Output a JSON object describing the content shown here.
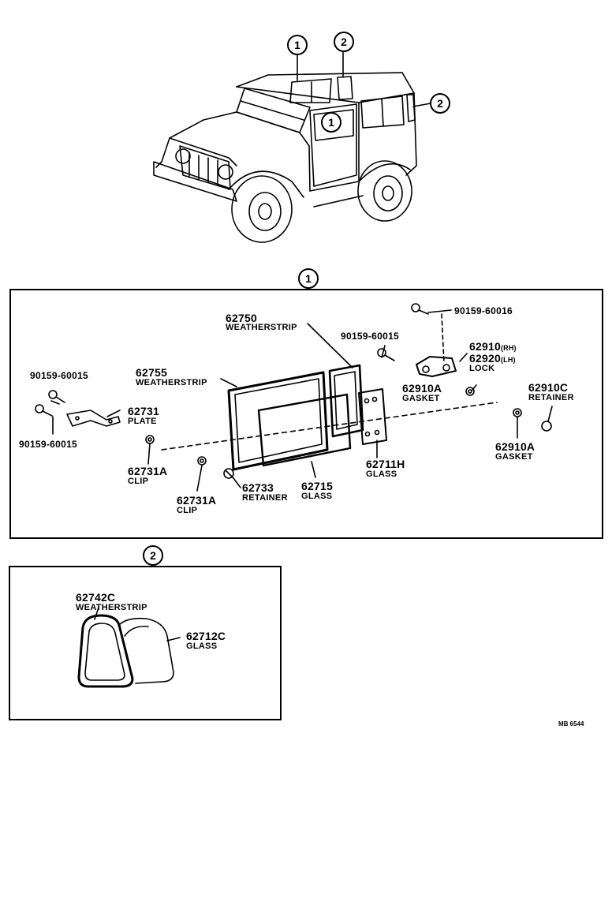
{
  "callouts": {
    "one": "1",
    "two": "2"
  },
  "section1": {
    "title": "1",
    "parts": [
      {
        "id": "p62750",
        "number": "62750",
        "name": "WEATHERSTRIP"
      },
      {
        "id": "p62755",
        "number": "62755",
        "name": "WEATHERSTRIP"
      },
      {
        "id": "p90159a",
        "number": "90159-60016",
        "name": ""
      },
      {
        "id": "p90159b",
        "number": "90159-60015",
        "name": ""
      },
      {
        "id": "p90159c",
        "number": "90159-60015",
        "name": ""
      },
      {
        "id": "p90159d",
        "number": "90159-60015",
        "name": ""
      },
      {
        "id": "p62910",
        "number": "62910",
        "suffix": "(RH)"
      },
      {
        "id": "p62920",
        "number": "62920",
        "suffix": "(LH)",
        "name": "LOCK"
      },
      {
        "id": "p62910A1",
        "number": "62910A",
        "name": "GASKET"
      },
      {
        "id": "p62910C",
        "number": "62910C",
        "name": "RETAINER"
      },
      {
        "id": "p62910A2",
        "number": "62910A",
        "name": "GASKET"
      },
      {
        "id": "p62731",
        "number": "62731",
        "name": "PLATE"
      },
      {
        "id": "p62731A1",
        "number": "62731A",
        "name": "CLIP"
      },
      {
        "id": "p62731A2",
        "number": "62731A",
        "name": "CLIP"
      },
      {
        "id": "p62733",
        "number": "62733",
        "name": "RETAINER"
      },
      {
        "id": "p62715",
        "number": "62715",
        "name": "GLASS"
      },
      {
        "id": "p62711H",
        "number": "62711H",
        "name": "GLASS"
      }
    ]
  },
  "section2": {
    "title": "2",
    "parts": [
      {
        "id": "p62742C",
        "number": "62742C",
        "name": "WEATHERSTRIP"
      },
      {
        "id": "p62712C",
        "number": "62712C",
        "name": "GLASS"
      }
    ]
  },
  "figure_code": "MB 6544"
}
